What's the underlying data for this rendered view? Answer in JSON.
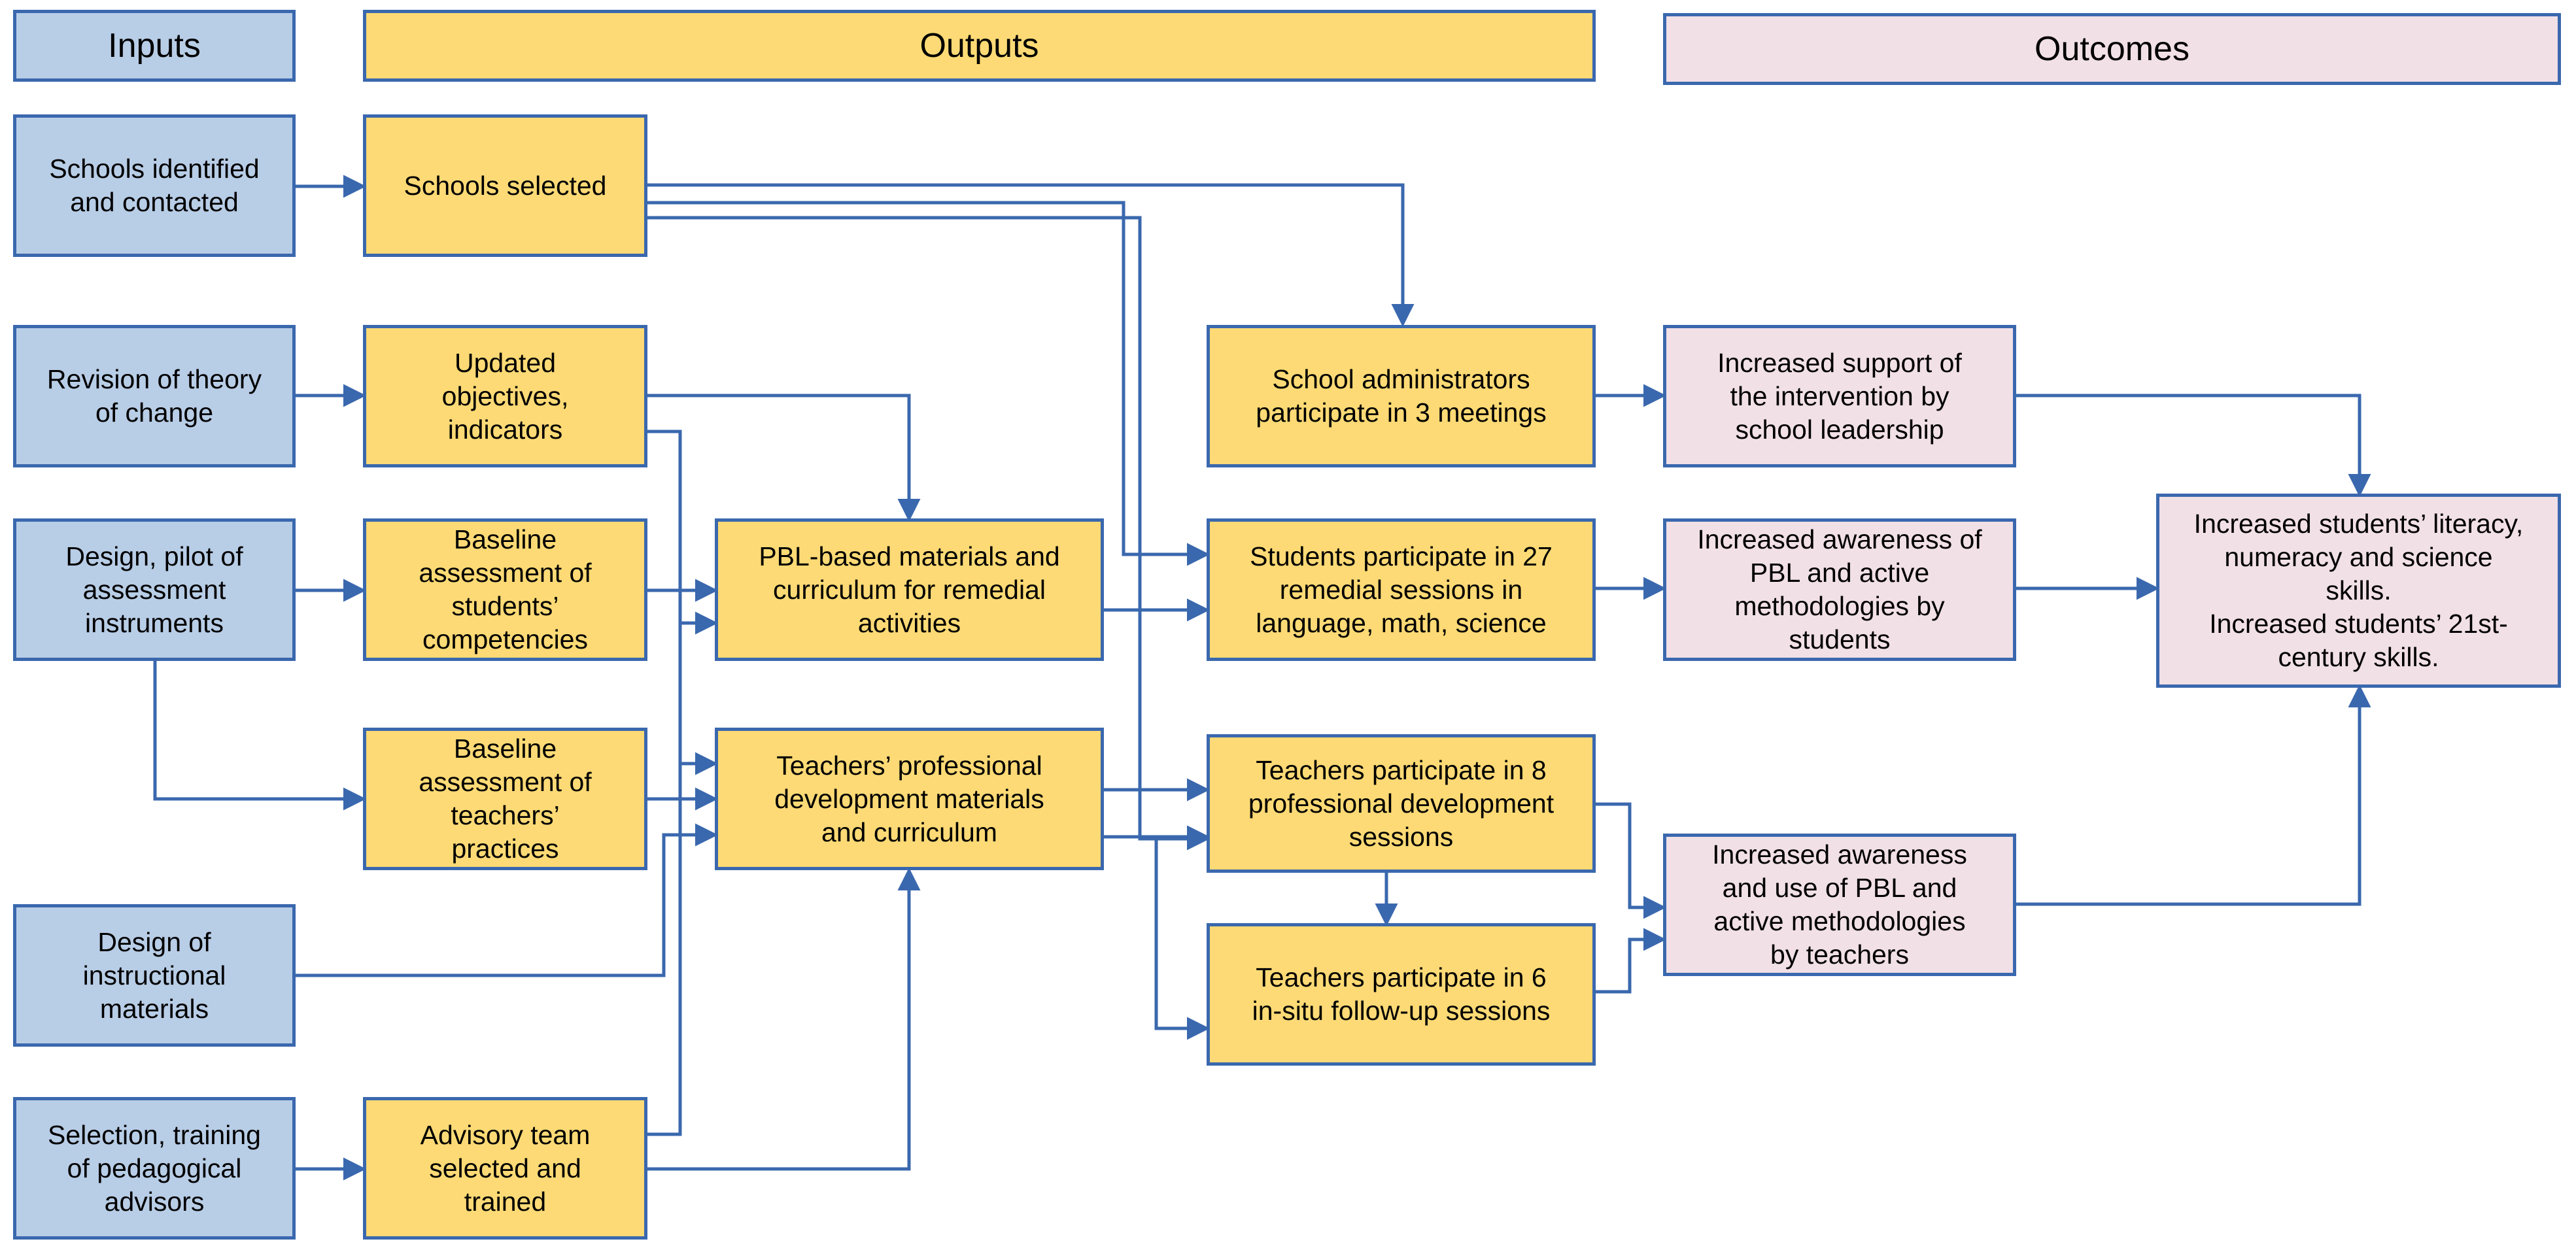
{
  "headers": {
    "inputs": "Inputs",
    "outputs": "Outputs",
    "outcomes": "Outcomes"
  },
  "inputs": {
    "schools_identified": "Schools identified\nand contacted",
    "revision_toc": "Revision of theory\nof change",
    "design_pilot": "Design, pilot of\nassessment\ninstruments",
    "design_instructional": "Design of\ninstructional\nmaterials",
    "selection_training": "Selection, training\nof pedagogical\nadvisors"
  },
  "outputs": {
    "schools_selected": "Schools selected",
    "updated_objectives": "Updated\nobjectives,\nindicators",
    "baseline_students": "Baseline\nassessment of\nstudents’\ncompetencies",
    "baseline_teachers": "Baseline\nassessment of\nteachers’\npractices",
    "advisory_team": "Advisory team\nselected and\ntrained",
    "pbl_materials": "PBL-based materials and\ncurriculum for remedial\nactivities",
    "teachers_pd_materials": "Teachers’ professional\ndevelopment materials\nand curriculum",
    "school_admins": "School administrators\nparticipate in 3 meetings",
    "students_sessions": "Students participate in 27\nremedial sessions in\nlanguage, math, science",
    "teachers_pd_sessions": "Teachers participate in 8\nprofessional development\nsessions",
    "teachers_insitu": "Teachers participate in 6\nin-situ follow-up sessions"
  },
  "outcomes": {
    "support_leadership": "Increased support of\nthe intervention by\nschool leadership",
    "awareness_students": "Increased awareness of\nPBL and active\nmethodologies by\nstudents",
    "awareness_teachers": "Increased awareness\nand use of PBL and\nactive methodologies\nby teachers",
    "final": "Increased students’ literacy,\nnumeracy and science\nskills.\nIncreased students’ 21st-\ncentury skills."
  },
  "colors": {
    "inputs_fill": "#b8cde6",
    "outputs_fill": "#fdda75",
    "outcomes_fill": "#f1e0e6",
    "border_and_arrows": "#3a68ae"
  }
}
